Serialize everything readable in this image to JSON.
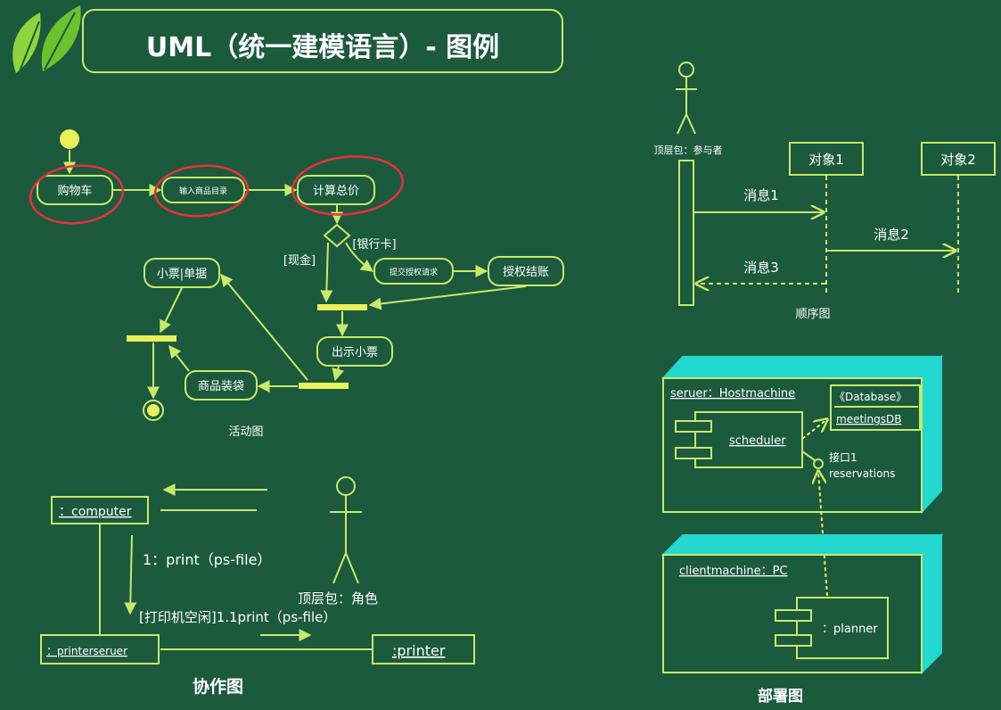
{
  "title": "UML（统一建模语言）- 图例",
  "activity": {
    "caption": "活动图",
    "nodes": {
      "cart": "购物车",
      "input": "输入商品目录",
      "total": "计算总价",
      "submit": "提交授权请求",
      "auth": "授权结账",
      "receipt": "小票|单据",
      "show": "出示小票",
      "bag": "商品装袋"
    },
    "guards": {
      "cash": "[现金]",
      "bank": "[银行卡]"
    }
  },
  "sequence": {
    "caption": "顺序图",
    "actor": "顶层包：参与者",
    "objects": [
      "对象1",
      "对象2"
    ],
    "messages": [
      "消息1",
      "消息2",
      "消息3"
    ]
  },
  "collaboration": {
    "caption": "协作图",
    "computer": "：computer",
    "printserver": "：printerseruer",
    "printer": ":printer",
    "actor": "顶层包：角色",
    "msg1": "1：print（ps-file）",
    "msg2": "[打印机空闲]1.1print（ps-file）"
  },
  "deployment": {
    "caption": "部署图",
    "server": "seruer：Hostmachine",
    "db_stereo": "《Database》",
    "db_name": "meetingsDB",
    "scheduler": "scheduler",
    "iface_label": "接口1",
    "iface_name": "reservations",
    "client": "clientmachine：PC",
    "planner": "：planner"
  },
  "colors": {
    "background": "#1c5a3e",
    "line": "#c8e96a",
    "text": "#ffffff",
    "highlight": "#e8f05a",
    "annotation": "#e8303a",
    "cyan": "#22d8d0"
  }
}
